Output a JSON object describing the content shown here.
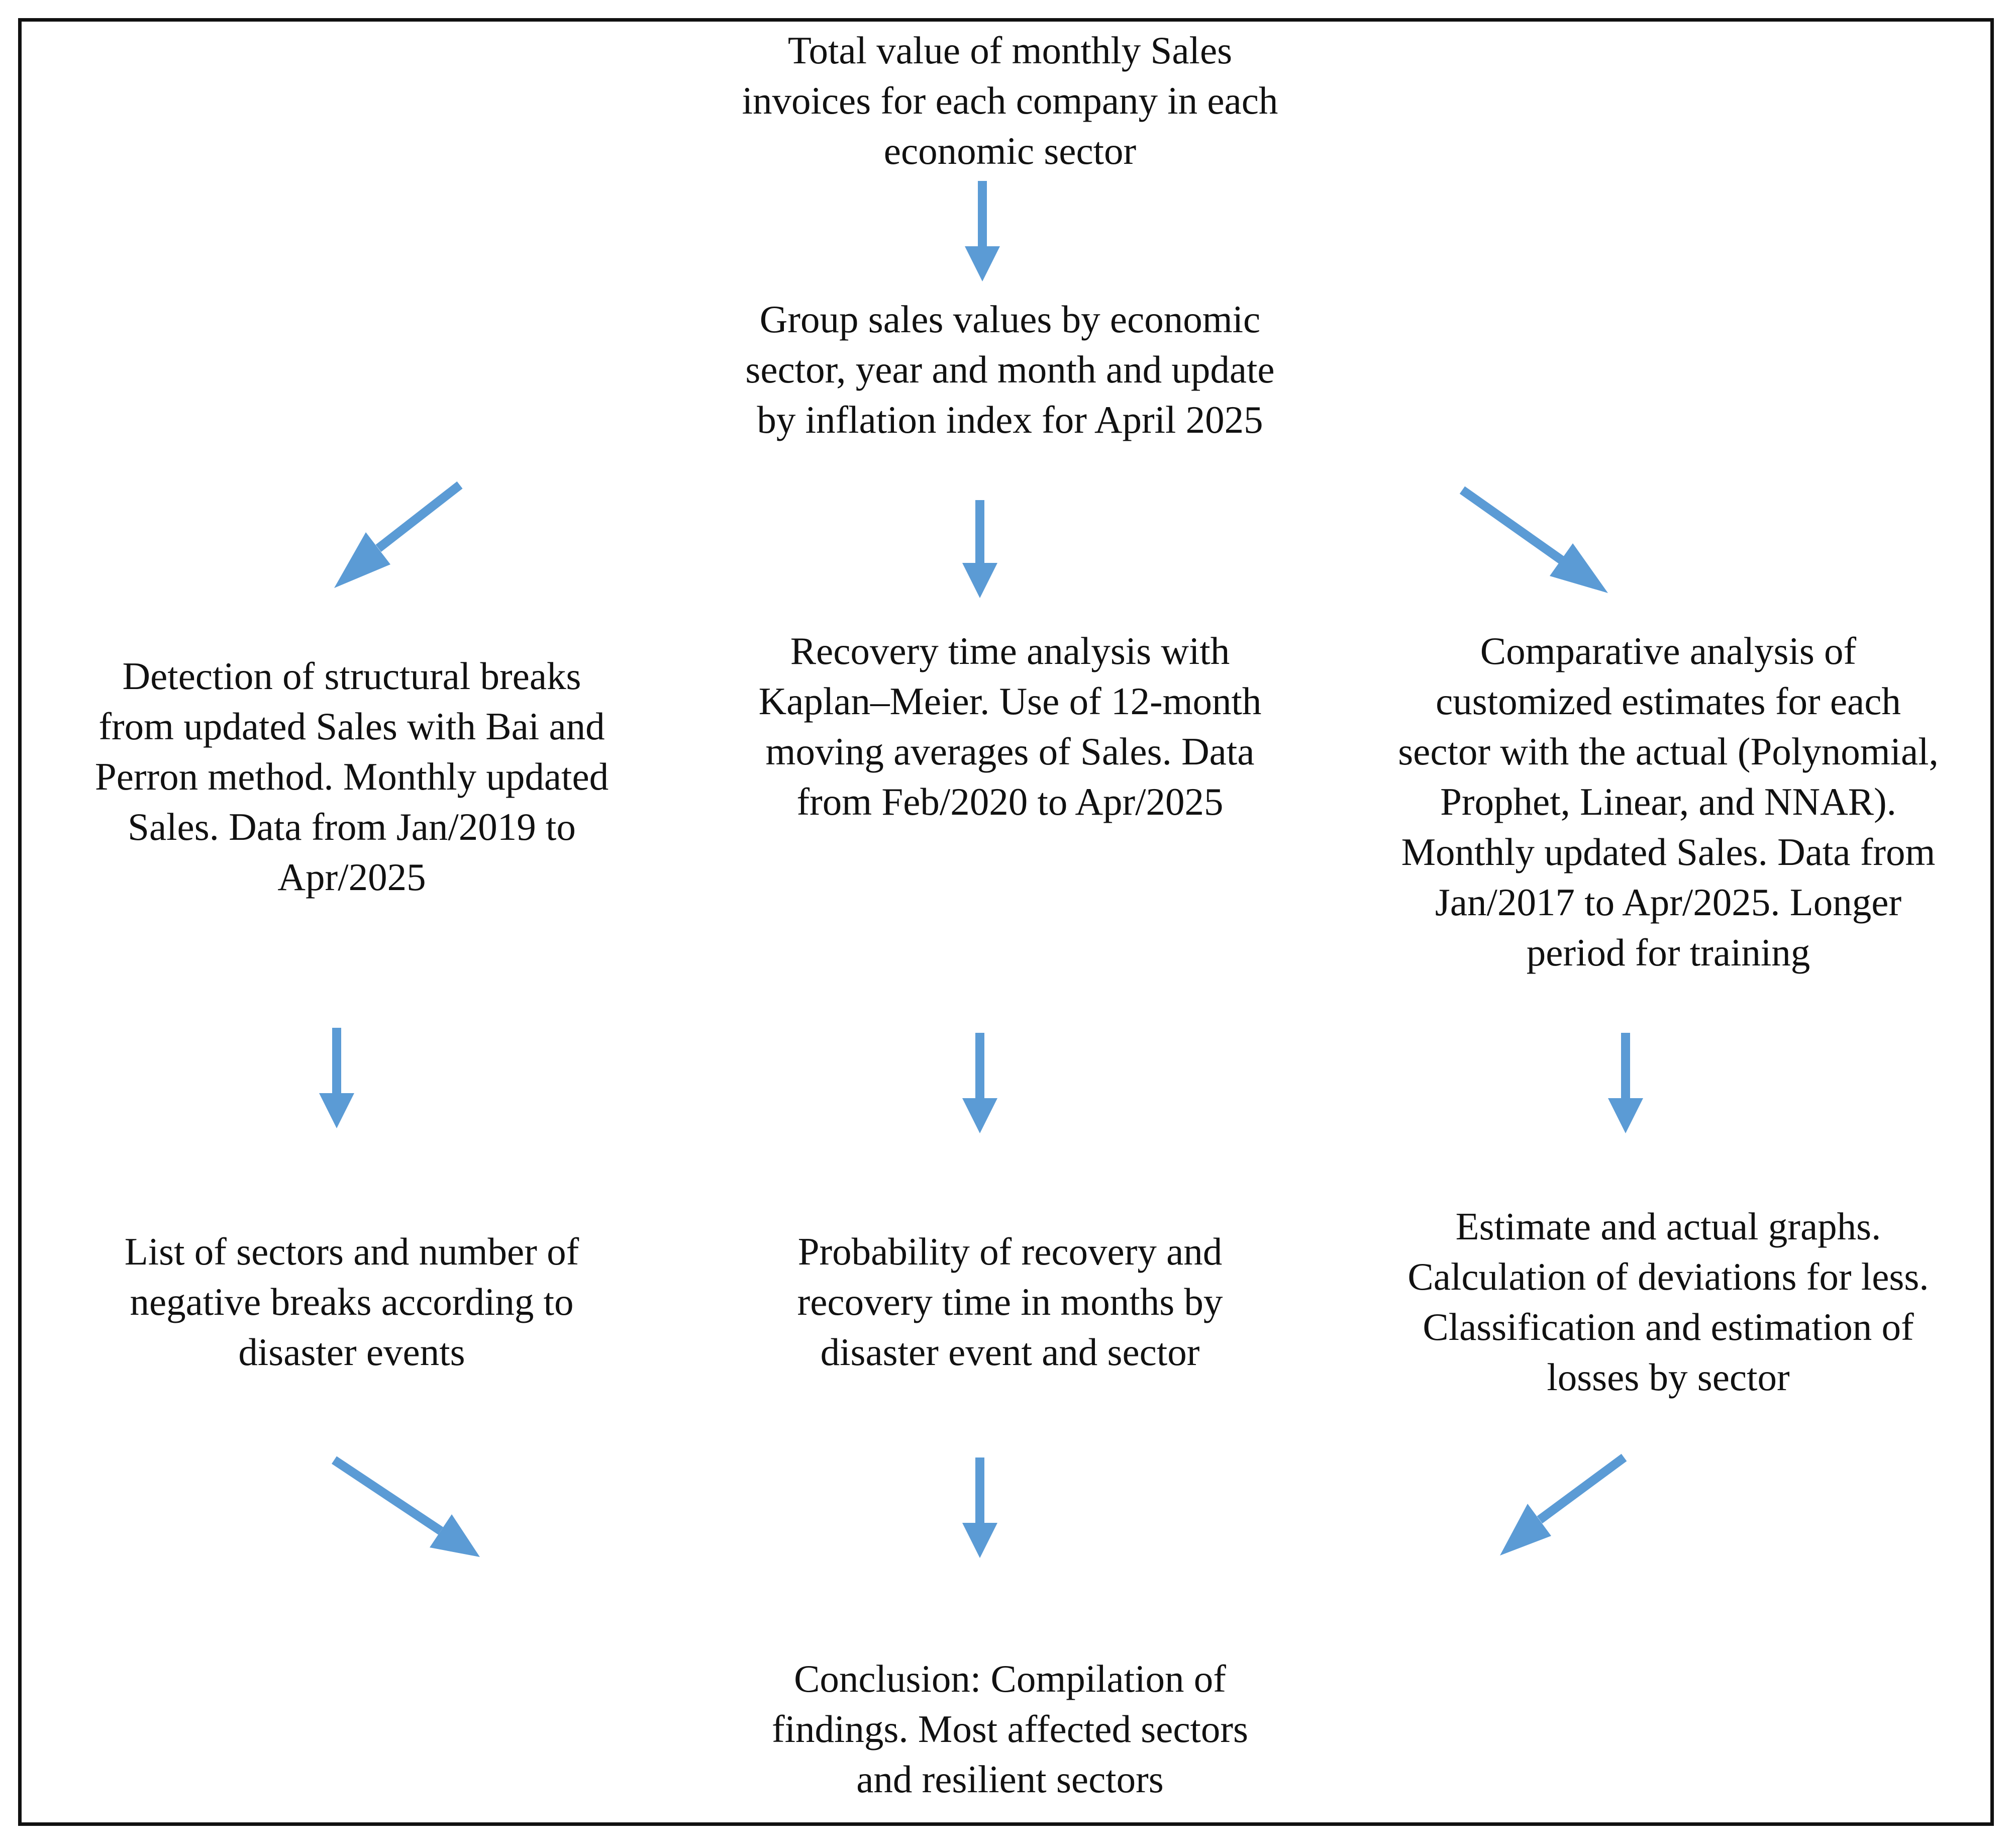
{
  "diagram": {
    "arrow_color": "#5b9bd5",
    "nodes": {
      "source": "Total value of monthly Sales\ninvoices for each company in each\neconomic sector",
      "group": "Group sales values by economic\nsector, year and month and update\nby inflation index for April 2025",
      "breaks": "Detection of structural breaks\nfrom updated Sales with Bai and\nPerron method. Monthly updated\nSales. Data from Jan/2019 to\nApr/2025",
      "recovery": "Recovery time analysis with\nKaplan–Meier. Use of 12-month\nmoving averages of Sales. Data\nfrom Feb/2020 to Apr/2025",
      "comparative": "Comparative analysis of\ncustomized estimates for each\nsector with the actual (Polynomial,\nProphet, Linear, and NNAR).\nMonthly updated Sales. Data from\nJan/2017 to Apr/2025. Longer\nperiod for training",
      "breaks_result": "List of sectors and number of\nnegative breaks according to\ndisaster events",
      "recovery_result": "Probability of recovery and\nrecovery time in months by\ndisaster event and sector",
      "comparative_result": "Estimate and actual graphs.\nCalculation of deviations for less.\nClassification and estimation of\nlosses by sector",
      "conclusion": "Conclusion: Compilation of\nfindings. Most affected sectors\nand resilient sectors"
    },
    "edges": [
      {
        "from": "source",
        "to": "group"
      },
      {
        "from": "group",
        "to": "breaks"
      },
      {
        "from": "group",
        "to": "recovery"
      },
      {
        "from": "group",
        "to": "comparative"
      },
      {
        "from": "breaks",
        "to": "breaks_result"
      },
      {
        "from": "recovery",
        "to": "recovery_result"
      },
      {
        "from": "comparative",
        "to": "comparative_result"
      },
      {
        "from": "breaks_result",
        "to": "conclusion"
      },
      {
        "from": "recovery_result",
        "to": "conclusion"
      },
      {
        "from": "comparative_result",
        "to": "conclusion"
      }
    ]
  }
}
